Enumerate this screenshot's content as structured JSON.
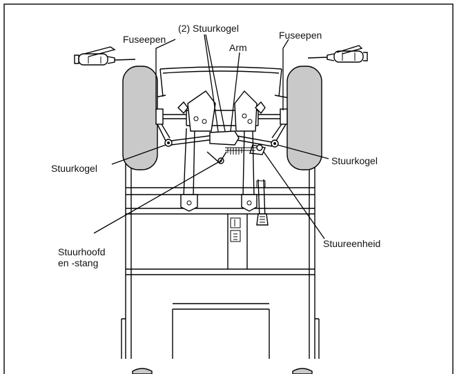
{
  "labels": {
    "fuseepen_left": "Fuseepen",
    "stuurkogel_top": "(2) Stuurkogel",
    "fuseepen_right": "Fuseepen",
    "arm": "Arm",
    "stuurkogel_left": "Stuurkogel",
    "stuurkogel_right": "Stuurkogel",
    "stuurhoofd_line1": "Stuurhoofd",
    "stuurhoofd_line2": "en -stang",
    "stuureenheid": "Stuureenheid"
  },
  "colors": {
    "tire_fill": "#c9c9c9",
    "line": "#000000",
    "background": "#ffffff"
  }
}
